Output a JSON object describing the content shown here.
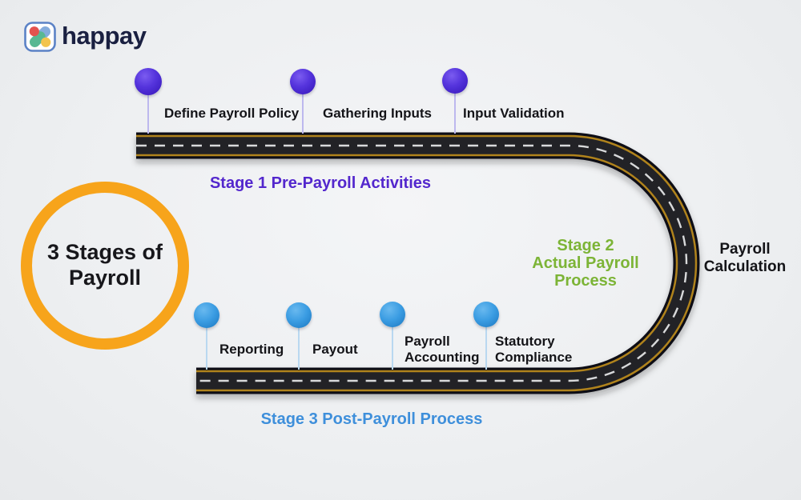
{
  "brand": {
    "wordmark": "happay",
    "icon_colors": {
      "red": "#e4534f",
      "blue": "#84abdc",
      "green": "#58b893",
      "yellow": "#f3c44d",
      "border": "#5b82c6"
    }
  },
  "title": {
    "text": "3 Stages of\nPayroll",
    "ring_color": "#f7a41b"
  },
  "stage_labels": {
    "stage1": {
      "text": "Stage 1 Pre-Payroll Activities",
      "color": "#5327cd"
    },
    "stage2": {
      "text": "Stage 2\nActual Payroll\nProcess",
      "color": "#7cb436"
    },
    "stage3": {
      "text": "Stage 3 Post-Payroll Process",
      "color": "#3e8fdb"
    }
  },
  "annotation": {
    "text": "Payroll\nCalculation",
    "color": "#141418"
  },
  "milestones": {
    "pre_payroll": [
      {
        "label": "Define Payroll Policy"
      },
      {
        "label": "Gathering Inputs"
      },
      {
        "label": "Input Validation"
      }
    ],
    "post_payroll": [
      {
        "label": "Reporting"
      },
      {
        "label": "Payout"
      },
      {
        "label": "Payroll\nAccounting"
      },
      {
        "label": "Statutory\nCompliance"
      }
    ]
  },
  "colors": {
    "pre_payroll_pin": "#4f2cd4",
    "post_payroll_pin": "#2f93dc",
    "road_asphalt": "#232328",
    "road_edge": "#0f0f13",
    "road_stripe_gold": "#b0831f",
    "road_center_dash": "#d8d9da",
    "background": "#eef0f2"
  }
}
